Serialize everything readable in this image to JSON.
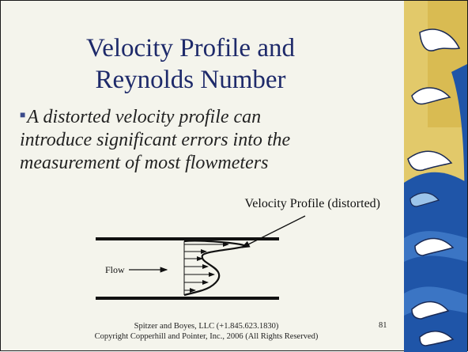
{
  "slide": {
    "title_line1": "Velocity Profile and",
    "title_line2": "Reynolds Number",
    "bullet_text": "A distorted velocity profile can introduce significant errors into the measurement of most flowmeters",
    "diagram": {
      "profile_label": "Velocity Profile (distorted)",
      "flow_label": "Flow"
    },
    "footer_line1": "Spitzer and Boyes, LLC (+1.845.623.1830)",
    "footer_line2": "Copyright Copperhill and Pointer, Inc., 2006 (All Rights Reserved)",
    "page_number": "81"
  },
  "colors": {
    "background": "#f4f4ec",
    "title": "#1e2a6a",
    "wave_blue": "#1f55a8",
    "wave_light": "#9cc4ea",
    "wave_gold": "#e2c96a"
  },
  "icons": {
    "bullet": "small-square-bullet",
    "decoration": "japanese-wave-art"
  }
}
